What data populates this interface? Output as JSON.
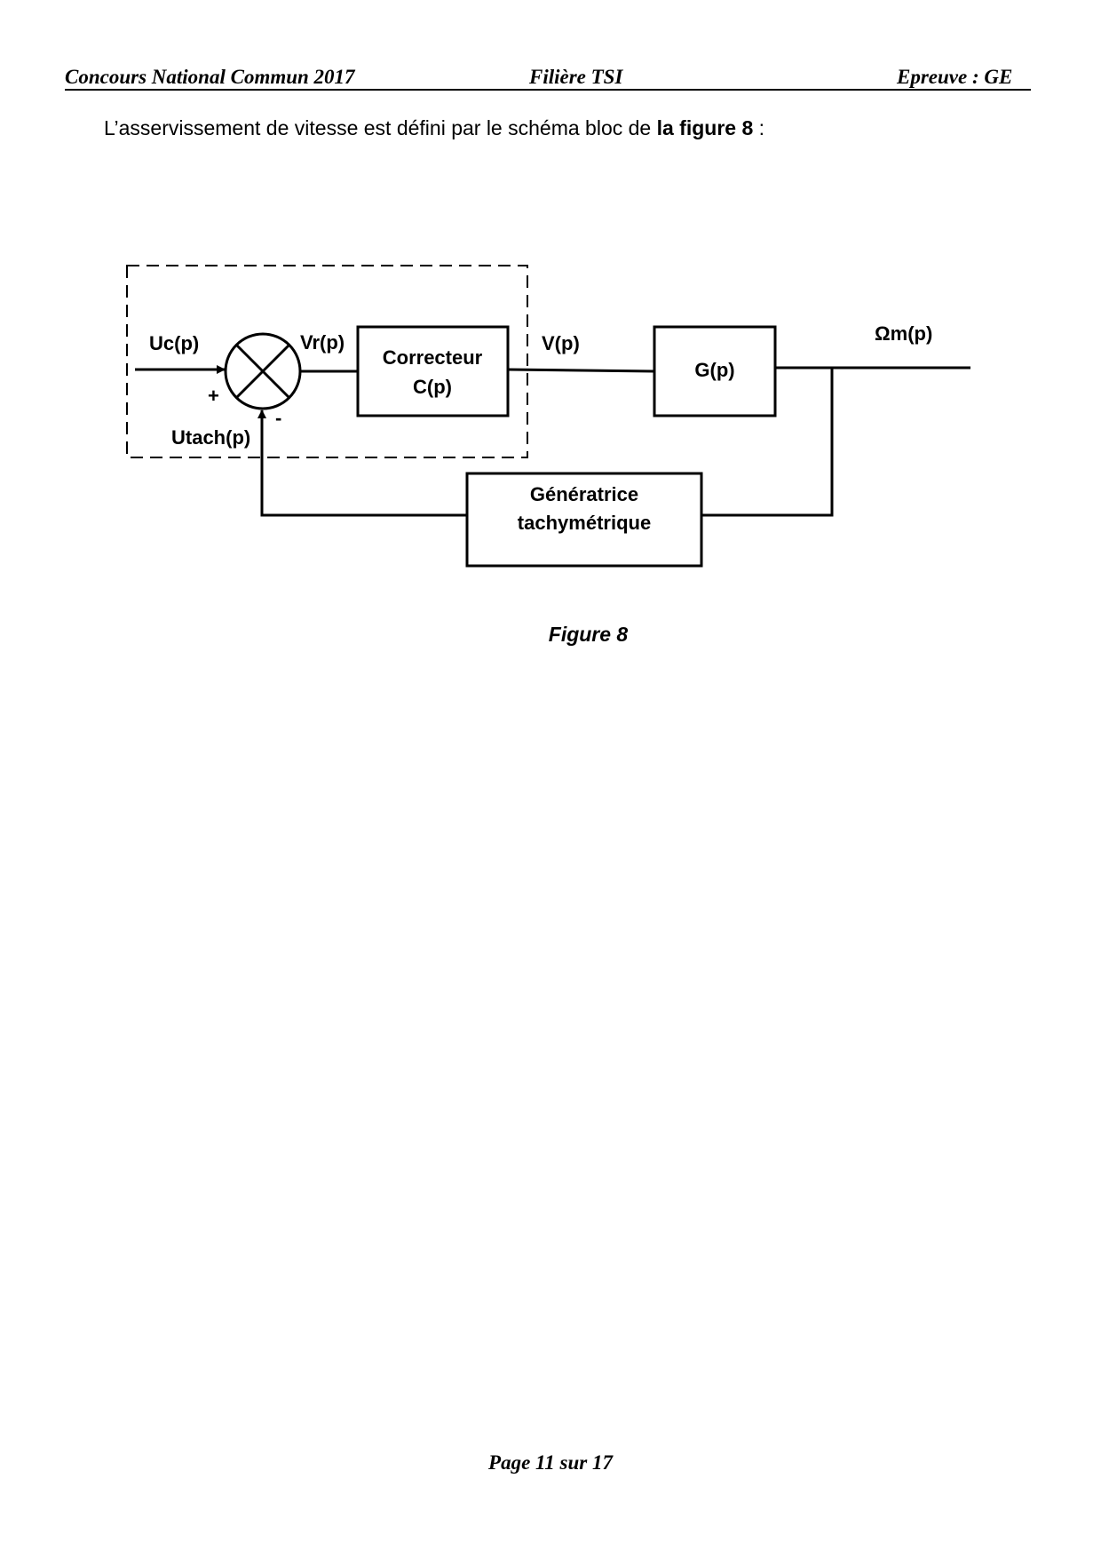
{
  "header": {
    "left": "Concours National Commun 2017",
    "center": "Filière TSI",
    "right": "Epreuve : GE"
  },
  "intro": {
    "text": "L’asservissement de vitesse est défini par le schéma bloc de ",
    "bold": "la figure 8",
    "suffix": " :"
  },
  "diagram": {
    "input_label": "Uc(p)",
    "plus_sign": "+",
    "minus_sign": "-",
    "feedback_label": "Utach(p)",
    "error_label": "Vr(p)",
    "corrector_line1": "Correcteur",
    "corrector_line2": "C(p)",
    "command_label": "V(p)",
    "plant_label": "G(p)",
    "output_label": "Ωm(p)",
    "sensor_line1": "Génératrice",
    "sensor_line2": "tachymétrique"
  },
  "caption": "Figure 8",
  "footer": "Page 11 sur 17"
}
